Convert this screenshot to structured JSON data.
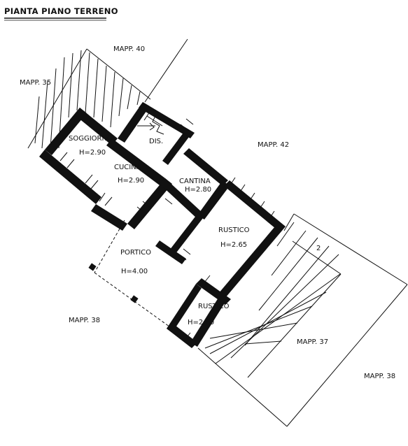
{
  "title": "PIANTA PIANO TERRENO",
  "parcels": {
    "mapp40": "MAPP. 40",
    "mapp35": "MAPP. 35",
    "mapp42": "MAPP. 42",
    "mapp38_left": "MAPP. 38",
    "mapp37": "MAPP. 37",
    "mapp38_right": "MAPP. 38"
  },
  "rooms": {
    "soggiorno": {
      "name": "SOGGIORNO",
      "height": "H=2.90"
    },
    "cucina": {
      "name": "CUCINA",
      "height": "H=2.90"
    },
    "dis": {
      "name": "DIS."
    },
    "cantina": {
      "name": "CANTINA",
      "height": "H=2.80"
    },
    "rustico_big": {
      "name": "RUSTICO",
      "height": "H=2.65"
    },
    "portico": {
      "name": "PORTICO",
      "height": "H=4.00"
    },
    "rustico_small": {
      "name": "RUSTICO",
      "height": "H=2.60"
    }
  }
}
